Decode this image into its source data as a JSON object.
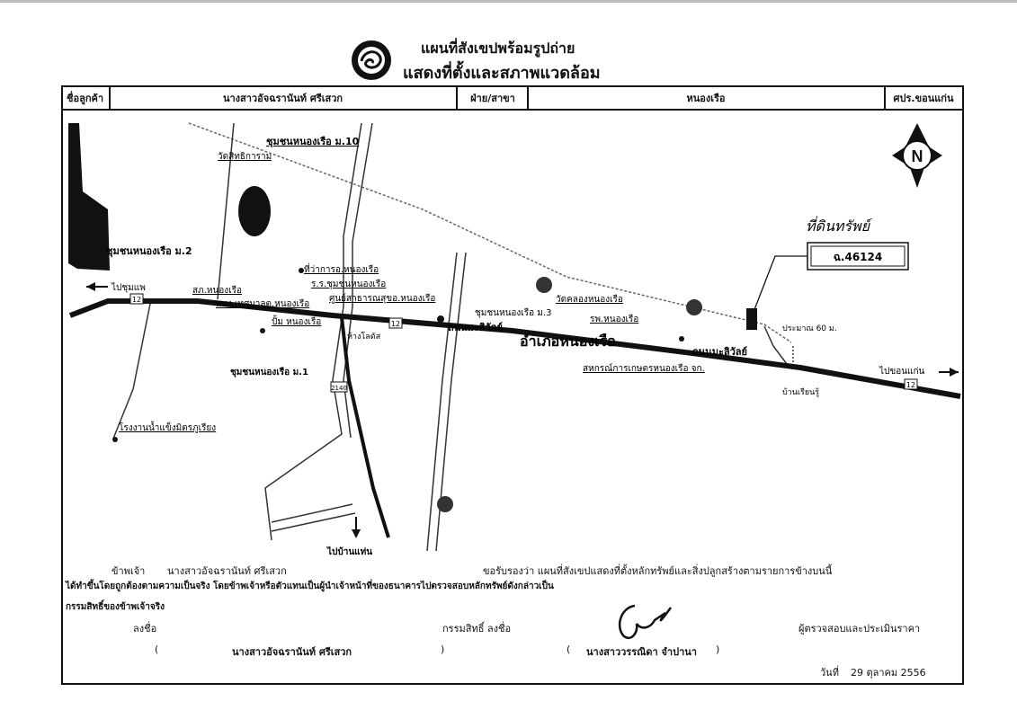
{
  "title": {
    "line1": "แผนที่สังเขปพร้อมรูปถ่าย",
    "line2": "แสดงที่ตั้งและสภาพแวดล้อม"
  },
  "header": {
    "customer_label": "ชื่อลูกค้า",
    "customer_name": "นางสาวอัจฉรานันท์ ศรีเสวก",
    "branch_label": "ฝ่าย/สาขา",
    "branch_name": "หนองเรือ",
    "center": "ศปร.ขอนแก่น"
  },
  "map": {
    "north_letter": "N",
    "places": {
      "village_10": "ชุมชนหนองเรือ ม.10",
      "wat_sitthikaram": "วัดสิทธิการาม",
      "village_2": "ชุมชนหนองเรือ ม.2",
      "to_chumphae": "ไปชุมแพ",
      "district_office": "ที่ว่าการอ.หนองเรือ",
      "school": "ร.ร.ชุมชนหนองเรือ",
      "police": "สภ.หนองเรือ",
      "municipal": "สนง.เทศบาลต.หนองเรือ",
      "health_center": "ศูนย์สาธารณสุขอ.หนองเรือ",
      "village_3": "ชุมชนหนองเรือ ม.3",
      "wat_nongruea": "วัดคลองหนองเรือ",
      "ptt": "ปั้ม หนองเรือ",
      "market": "ห้างโลตัส",
      "road_name": "ถนนมะลิวัลย์",
      "hospital": "รพ.หนองเรือ",
      "district_name": "อำเภอหนองเรือ",
      "road_name2": "ถนนมะลิวัลย์",
      "coop": "สหกรณ์การเกษตรหนองเรือ จก.",
      "distance": "ประมาณ 60 ม.",
      "to_khonkaen": "ไปขอนแก่น",
      "ban_rim": "บ้านเรียนรู้",
      "village_1": "ชุมชนหนองเรือ ม.1",
      "ice_factory": "โรงงานน้ำแข็งมิตรภูเรียง",
      "to_banphai": "ไปบ้านแท่น",
      "hw12a": "12",
      "hw12b": "12",
      "hw12c": "12",
      "hw2140": "2140"
    },
    "property_handwritten": "ที่ดินทรัพย์",
    "property_id": "ฉ.46124"
  },
  "footer": {
    "i_label": "ข้าพเจ้า",
    "i_name": "นางสาวอัจฉรานันท์ ศรีเสวก",
    "certify": "ขอรับรองว่า แผนที่สังเขปแสดงที่ตั้งหลักทรัพย์และสิ่งปลูกสร้างตามรายการข้างบนนี้",
    "line2": "ได้ทำขึ้นโดยถูกต้องตามความเป็นจริง โดยข้าพเจ้าหรือตัวแทนเป็นผู้นำเจ้าหน้าที่ของธนาคารไปตรวจสอบหลักทรัพย์ดังกล่าวเป็น",
    "line3": "กรรมสิทธิ์ของข้าพเจ้าจริง",
    "sign_label": "ลงชื่อ",
    "owner_sign": "กรรมสิทธิ์  ลงชื่อ",
    "appraiser_label": "ผู้ตรวจสอบและประเมินราคา",
    "owner_name_open": "(",
    "owner_name": "นางสาวอัจฉรานันท์ ศรีเสวก",
    "owner_name_close": ")",
    "appraiser_open": "(",
    "appraiser_name": "นางสาววรรณิดา จำปานา",
    "appraiser_close": ")",
    "date_label": "วันที่",
    "date_value": "29 ตุลาคม 2556"
  }
}
